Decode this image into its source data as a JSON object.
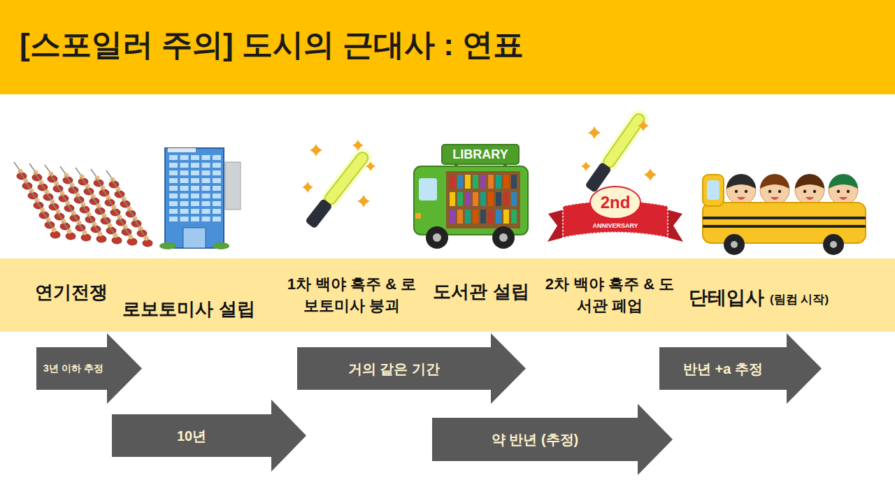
{
  "diagram": {
    "title": "[스포일러 주의] 도시의 근대사 : 연표",
    "nodes": [
      {
        "text": [
          "연기전쟁",
          "로보토미사 설립",
          "1차 백야 흑주 & 로보토미사 붕괴",
          "도서관 설립",
          "2차 백야 흑주 & 도서관 폐업",
          "단테입사",
          "(림컴 시작)"
        ]
      },
      {
        "text": [
          "3년 이하 추정"
        ]
      },
      {
        "text": [
          "거의 같은 기간"
        ]
      },
      {
        "text": [
          "반년 +a 추정"
        ]
      },
      {
        "text": [
          "10년"
        ]
      },
      {
        "text": [
          "약 반년 (추정)"
        ]
      }
    ],
    "labels": [
      "LIBRARY",
      "2nd",
      "ANNIVERSARY"
    ]
  }
}
